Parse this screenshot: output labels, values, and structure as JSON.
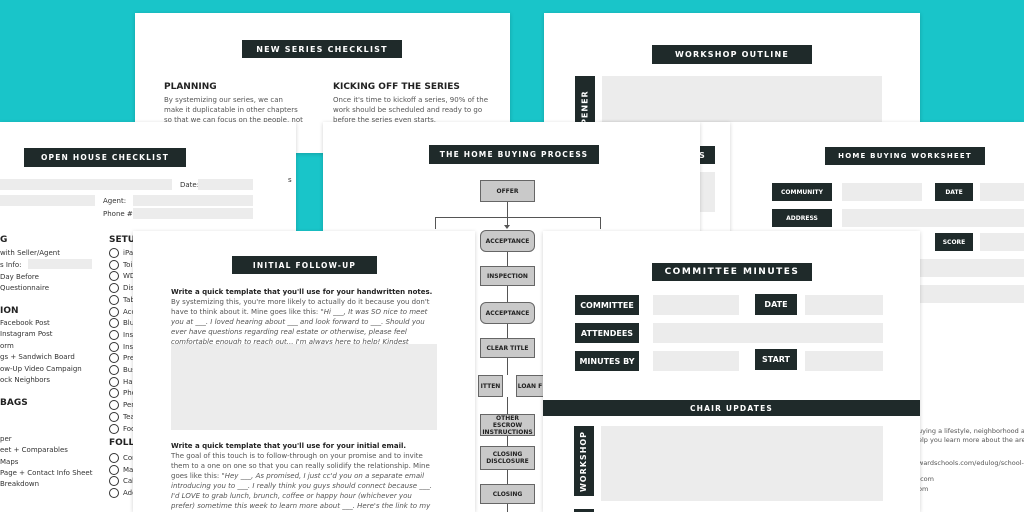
{
  "background_color": "#19c5c9",
  "new_series": {
    "title": "NEW SERIES CHECKLIST",
    "planning_heading": "PLANNING",
    "planning_text": "By systemizing our series, we can make it duplicatable in other chapters so that we can focus on the people, not on the process.",
    "kickoff_heading": "KICKING OFF THE SERIES",
    "kickoff_text": "Once it's time to kickoff a series, 90% of the work should be scheduled and ready to go before the series even starts."
  },
  "workshop": {
    "title": "WORKSHOP OUTLINE",
    "opener": "OPENER"
  },
  "open_house": {
    "title": "OPEN HOUSE CHECKLIST",
    "date_label": "Date:",
    "agent_label": "Agent:",
    "phone_label": "Phone #:",
    "left_sections": [
      {
        "heading": "G",
        "items": [
          "with Seller/Agent",
          "s Info:",
          "Day Before",
          "Questionnaire"
        ]
      },
      {
        "heading": "ION",
        "items": [
          "Facebook Post",
          "Instagram Post",
          "orm",
          "gs + Sandwich Board",
          "ow-Up Video Campaign",
          "ock Neighbors"
        ]
      },
      {
        "heading": "BAGS",
        "items": [
          "per",
          "eet + Comparables",
          "Maps",
          "Page + Contact Info Sheet",
          "Breakdown"
        ]
      }
    ],
    "setup_heading": "SETU",
    "setup_items": [
      "iPac",
      "Toil",
      "WD4",
      "Disp",
      "Tab",
      "Acc",
      "Blue",
      "Insta",
      "Insti",
      "Prel",
      "Busi",
      "Han",
      "Pho",
      "Pen",
      "Teal",
      "Foo"
    ],
    "follow_heading": "FOLLO",
    "follow_items": [
      "Con",
      "Mail",
      "Call",
      "Add"
    ]
  },
  "home_buying_process": {
    "title": "THE HOME BUYING PROCESS",
    "steps": [
      "OFFER",
      "ACCEPTANCE",
      "INSPECTION",
      "ACCEPTANCE",
      "CLEAR TITLE",
      "ITTEN",
      "LOAN F",
      "OTHER ESCROW INSTRUCTIONS",
      "CLOSING DISCLOSURE",
      "CLOSING"
    ]
  },
  "hidden_sheet_fragment": "S",
  "home_buying_worksheet": {
    "title": "HOME BUYING WORKSHEET",
    "labels": [
      "COMMUNITY",
      "DATE",
      "ADDRESS",
      "SCORE"
    ],
    "text_lines": [
      "uying a lifestyle, neighborhood and",
      "elp you learn more about the area and",
      "wardschools.com/edulog/school-locato",
      ".com",
      "om"
    ]
  },
  "initial_followup": {
    "title": "INITIAL FOLLOW-UP",
    "q1": "Write a quick template that you'll use for your handwritten notes.",
    "p1": "By systemizing this, you're more likely to actually do it because you don't have to think about it. Mine goes like this:",
    "p1_italic": "\"Hi ___, It was SO nice to meet you at ___. I loved hearing about ___ and look forward to ___. Should you ever have questions regarding real estate or otherwise, please feel comfortable enough to reach out... I'm always here to help! Kindest Regards, Alexa Rosario\"",
    "q2": "Write a quick template that you'll use for your initial email.",
    "p2": "The goal of this touch is to follow-through on your promise and to invite them to a one on one so that you can really solidify the relationship. Mine goes like this:",
    "p2_italic": "\"Hey ___, As promised, I just cc'd you on a separate email introducing you to ___. I really think you guys should connect because ___. I'd LOVE to grab lunch, brunch, coffee or happy hour (whichever you prefer) sometime this week to learn more about ___. Here's the link to my calendar availability..... I'm so looking forward to"
  },
  "committee": {
    "title": "COMMITTEE MINUTES",
    "committee_label": "COMMITTEE",
    "date_label": "DATE",
    "attendees_label": "ATTENDEES",
    "minutes_by_label": "MINUTES BY",
    "start_label": "START",
    "chair_updates": "CHAIR UPDATES",
    "workshop_label": "WORKSHOP"
  }
}
